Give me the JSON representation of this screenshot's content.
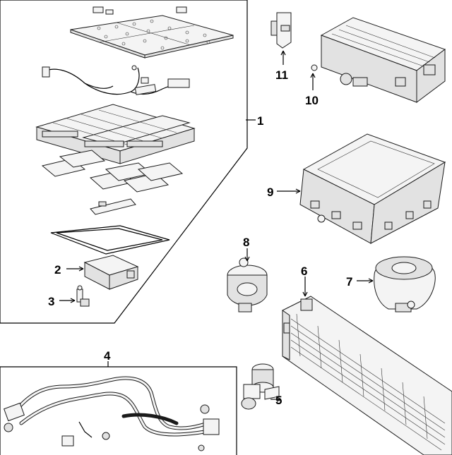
{
  "callouts": [
    {
      "id": "1",
      "label": "1"
    },
    {
      "id": "2",
      "label": "2"
    },
    {
      "id": "3",
      "label": "3"
    },
    {
      "id": "4",
      "label": "4"
    },
    {
      "id": "5",
      "label": "5"
    },
    {
      "id": "6",
      "label": "6"
    },
    {
      "id": "7",
      "label": "7"
    },
    {
      "id": "8",
      "label": "8"
    },
    {
      "id": "9",
      "label": "9"
    },
    {
      "id": "10",
      "label": "10"
    },
    {
      "id": "11",
      "label": "11"
    }
  ],
  "colors": {
    "line": "#000000",
    "fill": "#f4f4f4",
    "shade": "#e2e2e2",
    "background": "#ffffff"
  }
}
